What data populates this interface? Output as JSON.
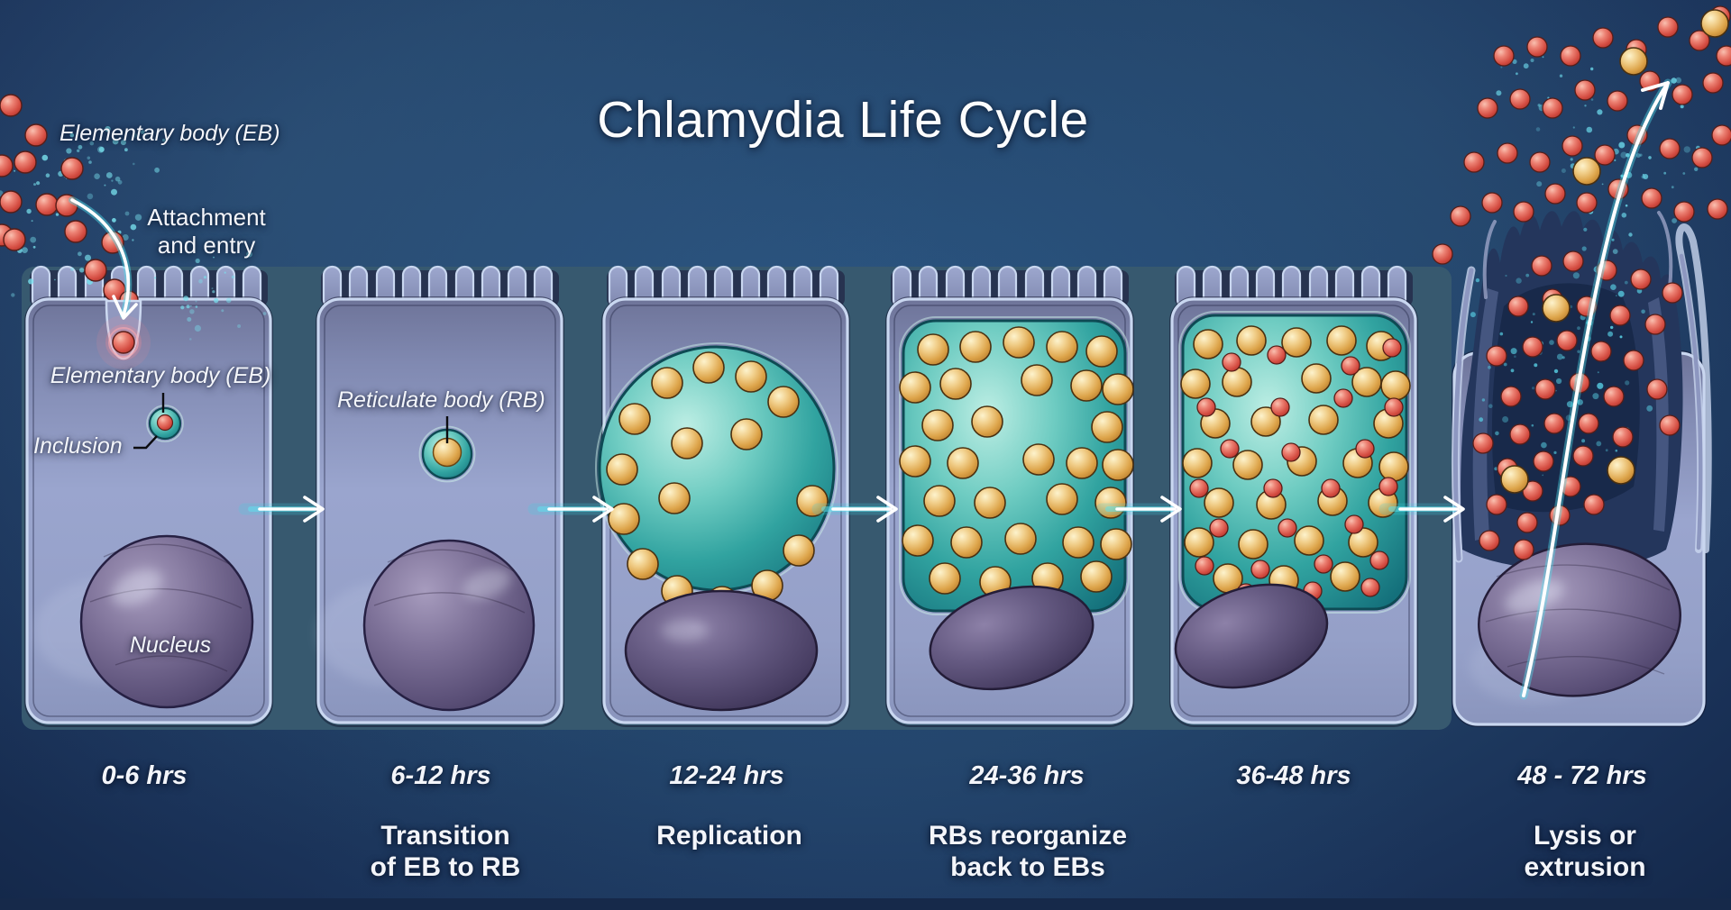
{
  "title": "Chlamydia Life Cycle",
  "annotations": {
    "elementary_body_top": "Elementary body (EB)",
    "attachment": "Attachment\nand entry",
    "elementary_body_inside": "Elementary body (EB)",
    "inclusion": "Inclusion",
    "nucleus": "Nucleus",
    "reticulate_body": "Reticulate body (RB)"
  },
  "stages": [
    {
      "time": "0-6 hrs",
      "description": ""
    },
    {
      "time": "6-12 hrs",
      "description": "Transition\nof EB to RB"
    },
    {
      "time": "12-24 hrs",
      "description": "Replication"
    },
    {
      "time": "24-36 hrs",
      "description": "RBs reorganize\nback to EBs"
    },
    {
      "time": "36-48 hrs",
      "description": ""
    },
    {
      "time": "48 - 72 hrs",
      "description": "Lysis or extrusion"
    }
  ],
  "legend_colors": {
    "background_navy": "#1e3c66",
    "host_cell_lavender": "#97a2ca",
    "inclusion_teal": "#2fa8a4",
    "elementary_body_red": "#d9544a",
    "reticulate_body_gold": "#e2a94f",
    "nucleus_purple": "#695c85",
    "arrow_cyan": "#7df0f5",
    "label_white": "#f4f6fa"
  }
}
